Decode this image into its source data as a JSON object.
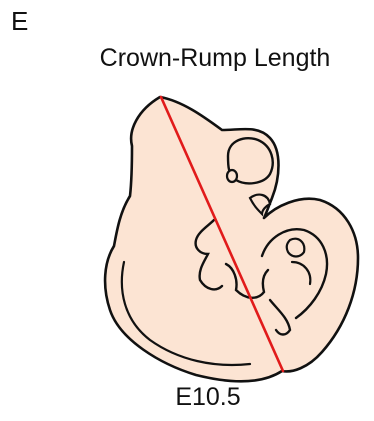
{
  "panel": {
    "letter": "E",
    "title": "Crown-Rump Length",
    "stage_label": "E10.5"
  },
  "colors": {
    "embryo_fill": "#fce4d3",
    "outline": "#111111",
    "measure_line": "#e11b1b"
  }
}
